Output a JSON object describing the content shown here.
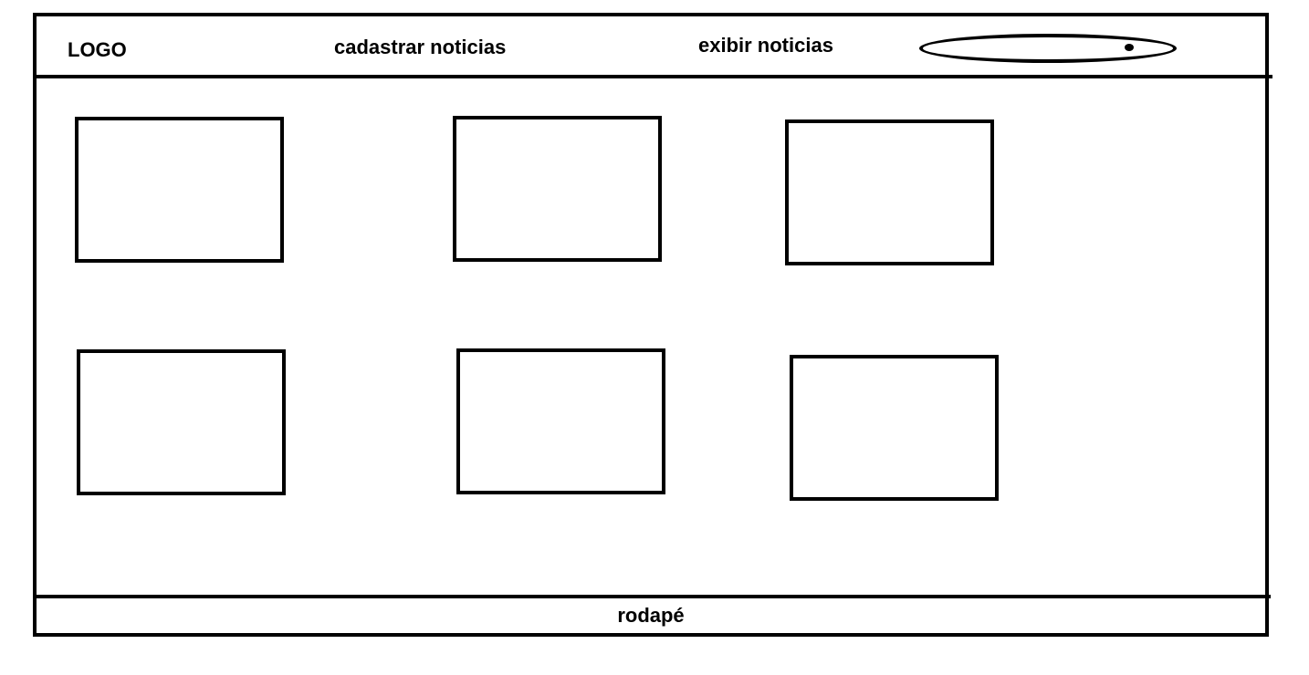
{
  "header": {
    "logo": "LOGO",
    "nav": {
      "cadastrar": "cadastrar noticias",
      "exibir": "exibir noticias"
    },
    "search": {
      "icon": "search-dot-icon"
    }
  },
  "content": {
    "cards": [
      "",
      "",
      "",
      "",
      "",
      ""
    ]
  },
  "footer": {
    "text": "rodapé"
  },
  "colors": {
    "stroke": "#000000",
    "background": "#ffffff"
  }
}
